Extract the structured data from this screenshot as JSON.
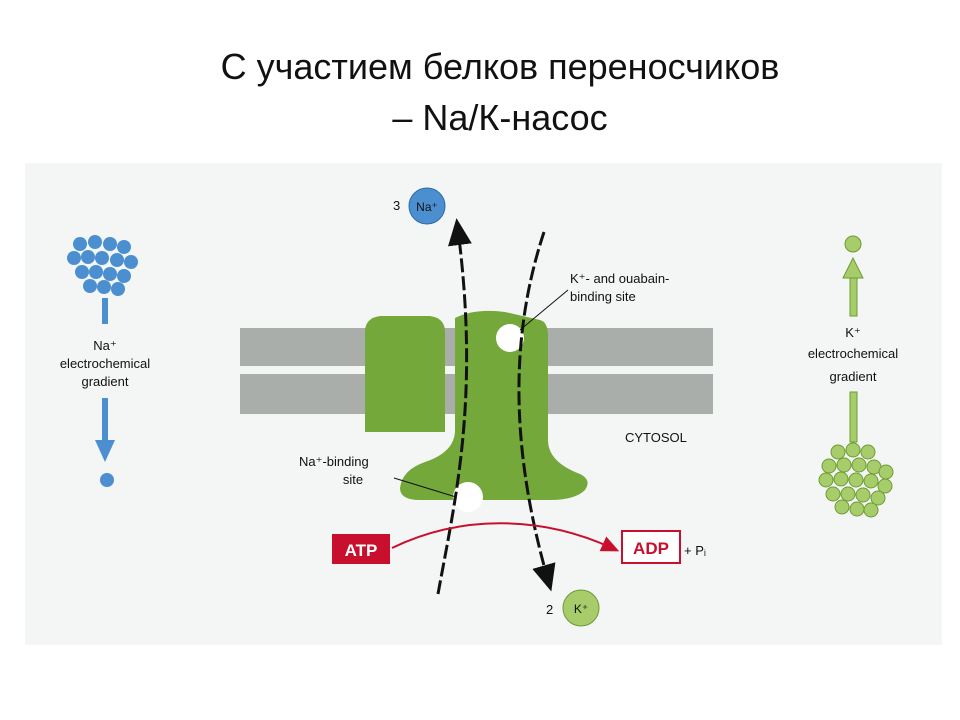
{
  "slide": {
    "title_line1": "С  участием белков переносчиков",
    "title_line2": "– Na/К-насос"
  },
  "diagram": {
    "na_count": "3",
    "na_ion": "Na⁺",
    "k_count": "2",
    "k_ion": "K⁺",
    "k_binding_line1": "K⁺- and ouabain-",
    "k_binding_line2": "binding site",
    "na_binding_line1": "Na⁺-binding",
    "na_binding_line2": "site",
    "cytosol": "CYTOSOL",
    "atp": "ATP",
    "adp": "ADP",
    "pi": "+ Pᵢ",
    "na_gradient_line1": "Na⁺",
    "na_gradient_line2": "electrochemical",
    "na_gradient_line3": "gradient",
    "k_gradient_line1": "K⁺",
    "k_gradient_line2": "electrochemical",
    "k_gradient_line3": "gradient"
  },
  "colors": {
    "protein": "#74a83a",
    "membrane": "#a9aeab",
    "na_ion": "#4b8fd0",
    "k_ion": "#a6cd6a",
    "atp_red": "#c8102e",
    "arrow_red": "#c8102e"
  }
}
